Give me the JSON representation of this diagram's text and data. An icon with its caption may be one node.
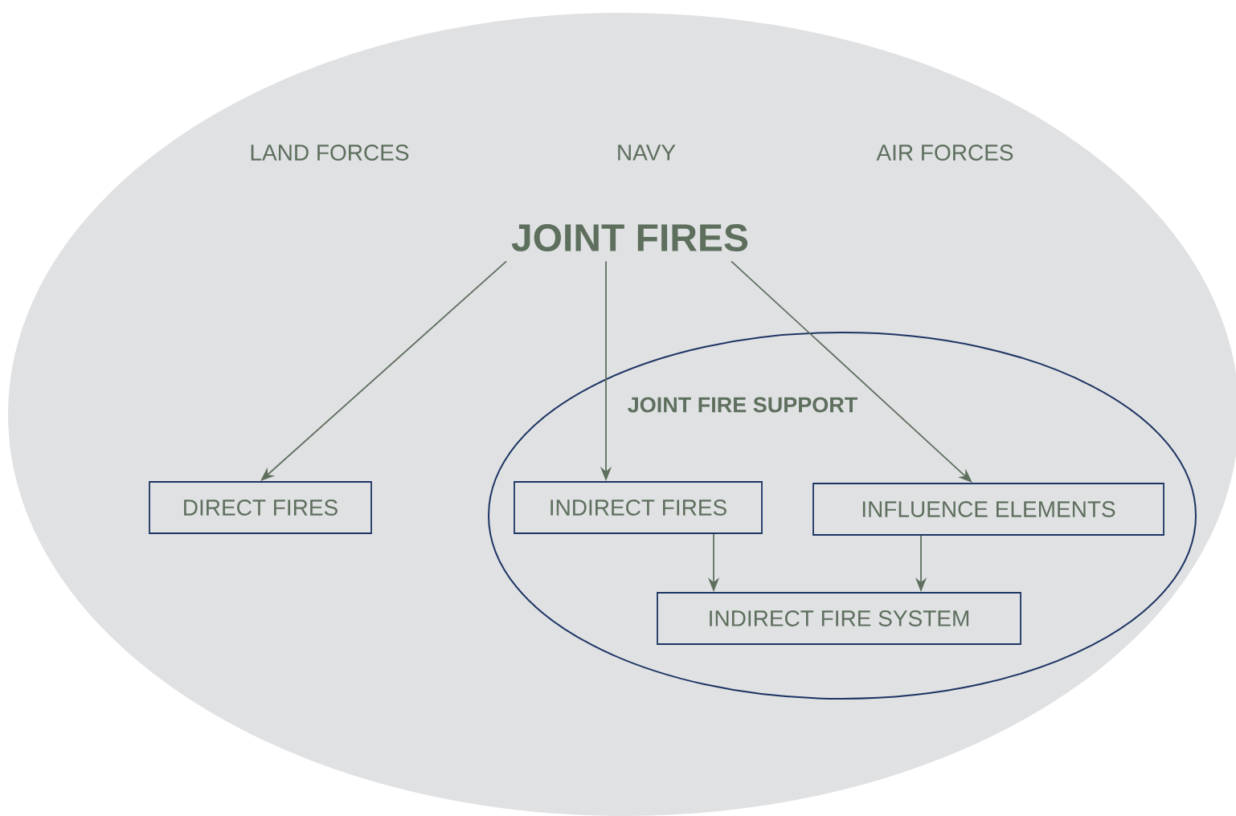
{
  "diagram": {
    "nodes": [
      {
        "text": [
          "LAND FORCES",
          "NAVY",
          "AIR FORCES"
        ]
      },
      {
        "text": [
          "JOINT FIRES"
        ],
        "in": 0
      },
      {
        "text": [
          "DIRECT FIRES"
        ],
        "in": 0
      },
      {
        "text": [
          "JOINT FIRE SUPPORT"
        ],
        "in": 0
      },
      {
        "text": [
          "INDIRECT FIRES"
        ],
        "in": 3
      },
      {
        "text": [
          "INFLUENCE ELEMENTS"
        ],
        "in": 3
      },
      {
        "text": [
          "INDIRECT FIRE SYSTEM"
        ],
        "in": 3
      }
    ],
    "edges": [
      {
        "from": 1,
        "to": 2,
        "arrow": "to"
      },
      {
        "from": 1,
        "to": 4,
        "arrow": "to"
      },
      {
        "from": 1,
        "to": 5,
        "arrow": "to"
      },
      {
        "from": 4,
        "to": 6,
        "arrow": "to"
      },
      {
        "from": 5,
        "to": 6,
        "arrow": "to"
      }
    ]
  }
}
